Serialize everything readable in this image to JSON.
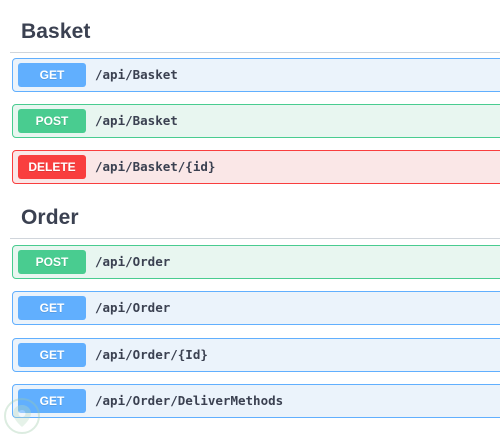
{
  "groups": [
    {
      "title": "Basket",
      "operations": [
        {
          "method": "GET",
          "path": "/api/Basket"
        },
        {
          "method": "POST",
          "path": "/api/Basket"
        },
        {
          "method": "DELETE",
          "path": "/api/Basket/{id}"
        }
      ]
    },
    {
      "title": "Order",
      "operations": [
        {
          "method": "POST",
          "path": "/api/Order"
        },
        {
          "method": "GET",
          "path": "/api/Order"
        },
        {
          "method": "GET",
          "path": "/api/Order/{Id}"
        },
        {
          "method": "GET",
          "path": "/api/Order/DeliverMethods"
        }
      ]
    }
  ],
  "colors": {
    "get": "#61affe",
    "post": "#49cc90",
    "delete": "#f93e3e",
    "title": "#3b4151"
  },
  "watermark_icon": "location-pin-icon"
}
